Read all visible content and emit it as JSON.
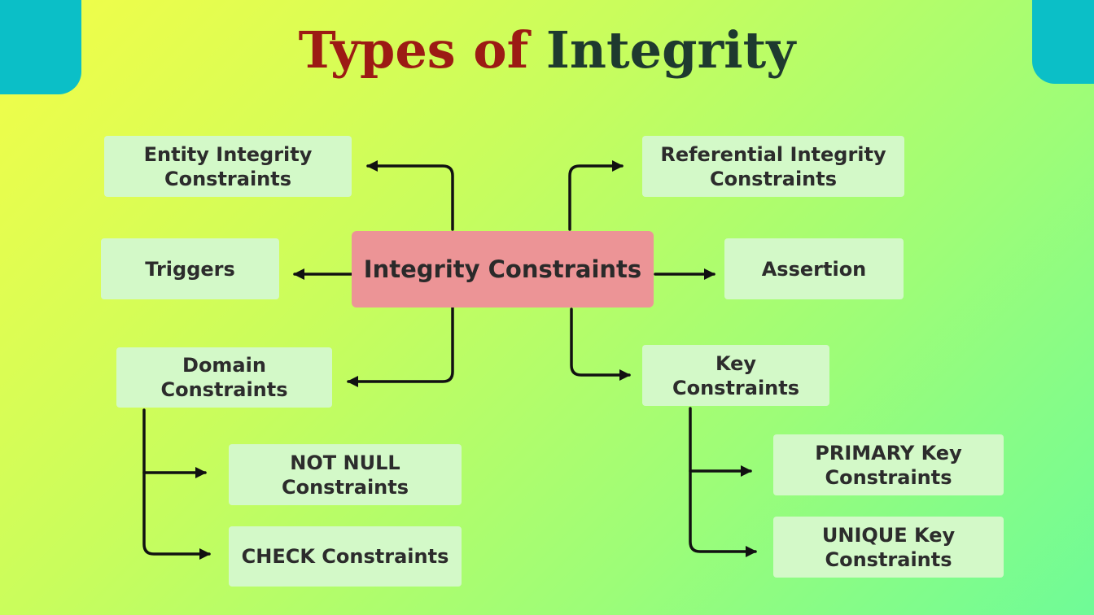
{
  "title": {
    "part1": "Types of",
    "part2": "Integrity"
  },
  "nodes": {
    "center": "Integrity Constraints",
    "entity": "Entity Integrity\nConstraints",
    "triggers": "Triggers",
    "domain": "Domain\nConstraints",
    "not_null": "NOT NULL\nConstraints",
    "check": "CHECK Constraints",
    "referential": "Referential Integrity\nConstraints",
    "assertion": "Assertion",
    "key": "Key\nConstraints",
    "primary_key": "PRIMARY Key\nConstraints",
    "unique_key": "UNIQUE Key\nConstraints"
  },
  "colors": {
    "title_accent": "#9c1b14",
    "title_dark": "#1e3a2f",
    "center_fill": "#ec9496",
    "node_fill": "#d3f9c8",
    "corner_fill": "#0bbfc7",
    "connector": "#111111"
  }
}
